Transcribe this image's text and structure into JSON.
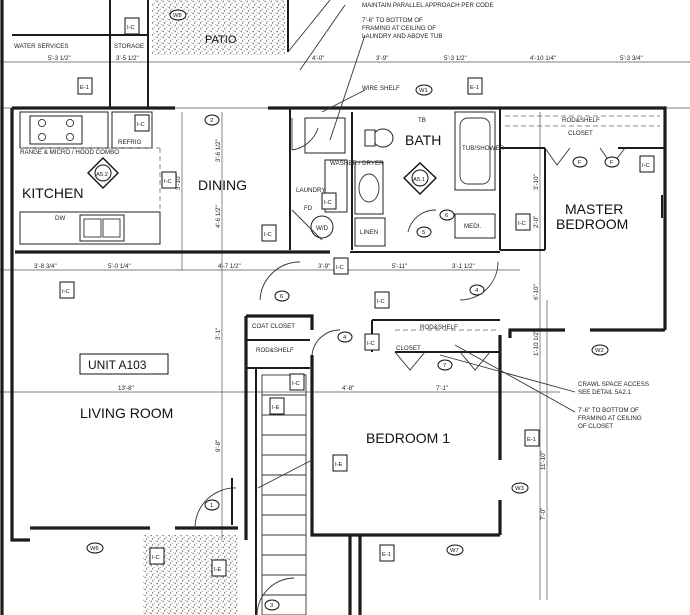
{
  "rooms": {
    "kitchen": "KITCHEN",
    "dining": "DINING",
    "bath": "BATH",
    "master": "MASTER BEDROOM",
    "living": "LIVING ROOM",
    "bedroom1": "BEDROOM 1",
    "patio": "PATIO",
    "unit": "UNIT A103"
  },
  "labels": {
    "water_services": "WATER SERVICES",
    "storage": "STORAGE",
    "range_hood": "RANGE & MICRO / HOOD COMBO",
    "refrig": "REFRIG",
    "dw": "DW",
    "laundry": "LAUNDRY",
    "washer_dryer": "WASHER / DRYER",
    "wd": "W/D",
    "fd": "FD",
    "linen": "LINEN",
    "wire_shelf": "WIRE SHELF",
    "tb": "TB",
    "tub_shower": "TUB/SHOWER",
    "medi": "MEDI.",
    "rod_shelf_master": "ROD&SHELF",
    "closet_master": "CLOSET",
    "coat_closet": "COAT CLOSET",
    "rod_shelf_coat": "ROD&SHELF",
    "rod_shelf_bed": "ROD&SHELF",
    "closet_bed": "CLOSET"
  },
  "notes": {
    "parallel": "MAINTAIN PARALLEL APPROACH PER CODE",
    "framing_laundry_1": "7'-6\" TO BOTTOM OF",
    "framing_laundry_2": "FRAMING AT CEILING OF",
    "framing_laundry_3": "LAUNDRY AND ABOVE TUB",
    "crawl_1": "CRAWL SPACE ACCESS",
    "crawl_2": "SEE DETAIL 5A2.1",
    "framing_closet_1": "7'-6\" TO BOTTOM OF",
    "framing_closet_2": "FRAMING AT CEILING",
    "framing_closet_3": "OF CLOSET"
  },
  "dimensions": {
    "d1": "5'-3 1/2\"",
    "d2": "3'-5 1/2\"",
    "d3": "4'-0\"",
    "d4": "3'-9\"",
    "d5": "5'-3 1/2\"",
    "d6": "4'-10 1/4\"",
    "d7": "5'-3 3/4\"",
    "d8": "3'-8 3/4\"",
    "d9": "5'-0 1/4\"",
    "d10": "4'-7 1/2\"",
    "d11": "3'-9\"",
    "d12": "5'-11\"",
    "d13": "3'-1 1/2\"",
    "d14": "13'-8\"",
    "d15": "4'-8\"",
    "d16": "7'-1\"",
    "v1": "3'-6 1/2\"",
    "v2": "3'-10\"",
    "v3": "4'-6 1/2\"",
    "v4": "3'-1\"",
    "v5": "9'-8\"",
    "v6": "3'-10\"",
    "v7": "2'-0\"",
    "v8": "6'-10\"",
    "v9": "1'-10 1/2\"",
    "v10": "11'-10\"",
    "v11": "7'-0\""
  },
  "tags": {
    "ic": "I-C",
    "ie": "I-E",
    "e1": "E-1",
    "as2": "A5.2",
    "as1": "A5.1",
    "n1": "1",
    "n2": "2",
    "n3": "3",
    "n4": "4",
    "n5": "5",
    "n6": "6",
    "n7": "7",
    "nf": "F",
    "nw1": "W1",
    "nw2": "W2",
    "nw3": "W3",
    "nw6": "W6",
    "nw7": "W7",
    "nw8": "W8"
  }
}
